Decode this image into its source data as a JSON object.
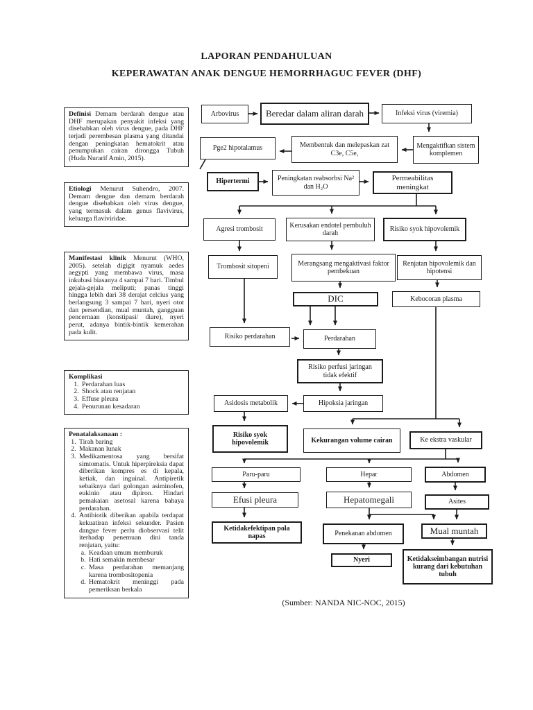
{
  "colors": {
    "ink": "#1b1b1b",
    "paper": "#ffffff"
  },
  "document": {
    "title_line1": "LAPORAN PENDAHULUAN",
    "title_line2": "KEPERAWATAN ANAK DENGUE HEMORRHAGUC FEVER (DHF)",
    "source_caption": "(Sumber: NANDA NIC-NOC, 2015)"
  },
  "info_panels": {
    "definisi": {
      "lead": "Definisi",
      "body": "Demam berdarah dengue atau DHF merupakan penyakit infeksi yang disebabkan oleh virus dengue, pada DHF terjadi perembesan plasma yang ditandai dengan peningkatan hematokrit atau penumpukan cairan dirongga Tubuh (Huda Nurarif Amin, 2015)."
    },
    "etiologi": {
      "lead": "Etiologi",
      "body": "Menurut Suhendro, 2007. Demam dengue dan demam berdarah dengue disebabkan oleh virus dengue, yang termasuk dalam genus flavivirus, keluarga flaviviridae."
    },
    "manifestasi": {
      "lead": "Manifestasi klinik",
      "body": "Menurut (WHO, 2005). setelah digigit nyamuk aedes aegypti yang membawa virus, masa inkubasi biasanya 4 sampai 7 hari. Timbul gejala-gejala meliputi; panas tinggi hingga lebih dari 38 derajat celcius yang berlangsung 3 sampai 7 hari, nyeri otot dan persendian, mual muntah, gangguan pencernaan (konstipasi/ diare), nyeri perut, adanya bintik-bintik kemerahan pada kulit."
    },
    "komplikasi": {
      "heading": "Komplikasi",
      "items": [
        "Perdarahan luas",
        "Shock atau renjatan",
        "Effuse pleura",
        "Penurunan kesadaran"
      ]
    },
    "penatalaksanaan": {
      "heading": "Penatalaksanaan :",
      "items": [
        "Tirah baring",
        "Makanan lunak",
        "Medikamentosa yang bersifat simtomatis. Untuk hiperpireksia dapat diberikan kompres es di kepala, ketiak, dan inguinal. Antipiretik sebaiknya dari golongan asiminofen, eukinin atau dipiron. Hindari pemakaian asetosal karena bahaya perdarahan.",
        "Antibiotik diberikan apabila terdapat kekuatiran infeksi sekunder. Pasien dangue fever perlu diobservasi telit iterhadap penemuan dini tanda renjatan, yaitu:"
      ],
      "sub_items": [
        "Keadaan umum memburuk",
        "Hati semakin membesar",
        "Masa perdarahan memanjang karena trombositopenia",
        "Hematokrit meninggi pada pemeriksan berkala"
      ]
    }
  },
  "flowchart": {
    "nodes": {
      "arbovirus": "Arbovirus",
      "beredar": "Beredar dalam aliran darah",
      "infeksi": "Infeksi virus (viremia)",
      "pge2": "Pge2 hipotalamus",
      "membentuk": "Membentuk dan melepaskan zat C3e, C5e,",
      "mengaktifkan": "Mengaktifkan sistem komplemen",
      "hipertermi": "Hipertermi",
      "peningkatan": "Peningkatan reabsorbsi Na² dan H₂O",
      "permeabilitas": "Permeabilitas meningkat",
      "agresi": "Agresi trombosit",
      "kerusakan": "Kerusakan endotel pembuluh darah",
      "risiko_syok_1": "Risiko syok hipovolemik",
      "trombosit": "Trombosit sitopeni",
      "merangsang": "Merangsang mengaktivasi faktor pembekuan",
      "renjatan": "Renjatan hipovolemik dan hipotensi",
      "dic": "DIC",
      "kebocoran": "Kebocoran plasma",
      "risiko_perdarahan": "Risiko perdarahan",
      "perdarahan": "Perdarahan",
      "risiko_perfusi": "Risiko perfusi jaringan tidak efektif",
      "asidosis": "Asidosis metabolik",
      "hipoksia": "Hipoksia jaringan",
      "risiko_syok_2": "Risiko syok hipovolemik",
      "kekurangan": "Kekurangan volume cairan",
      "ekstra_vaskular": "Ke ekstra vaskular",
      "paru": "Paru-paru",
      "hepar": "Hepar",
      "abdomen": "Abdomen",
      "efusi": "Efusi pleura",
      "hepatomegali": "Hepatomegali",
      "asites": "Asites",
      "ketidakefektipan": "Ketidakefektipan pola napas",
      "penekanan": "Penekanan abdomen",
      "mual": "Mual muntah",
      "nyeri": "Nyeri",
      "ketidakseimbangan": "Ketidakseimbangan nutrisi kurang dari kebutuhan tubuh"
    }
  }
}
